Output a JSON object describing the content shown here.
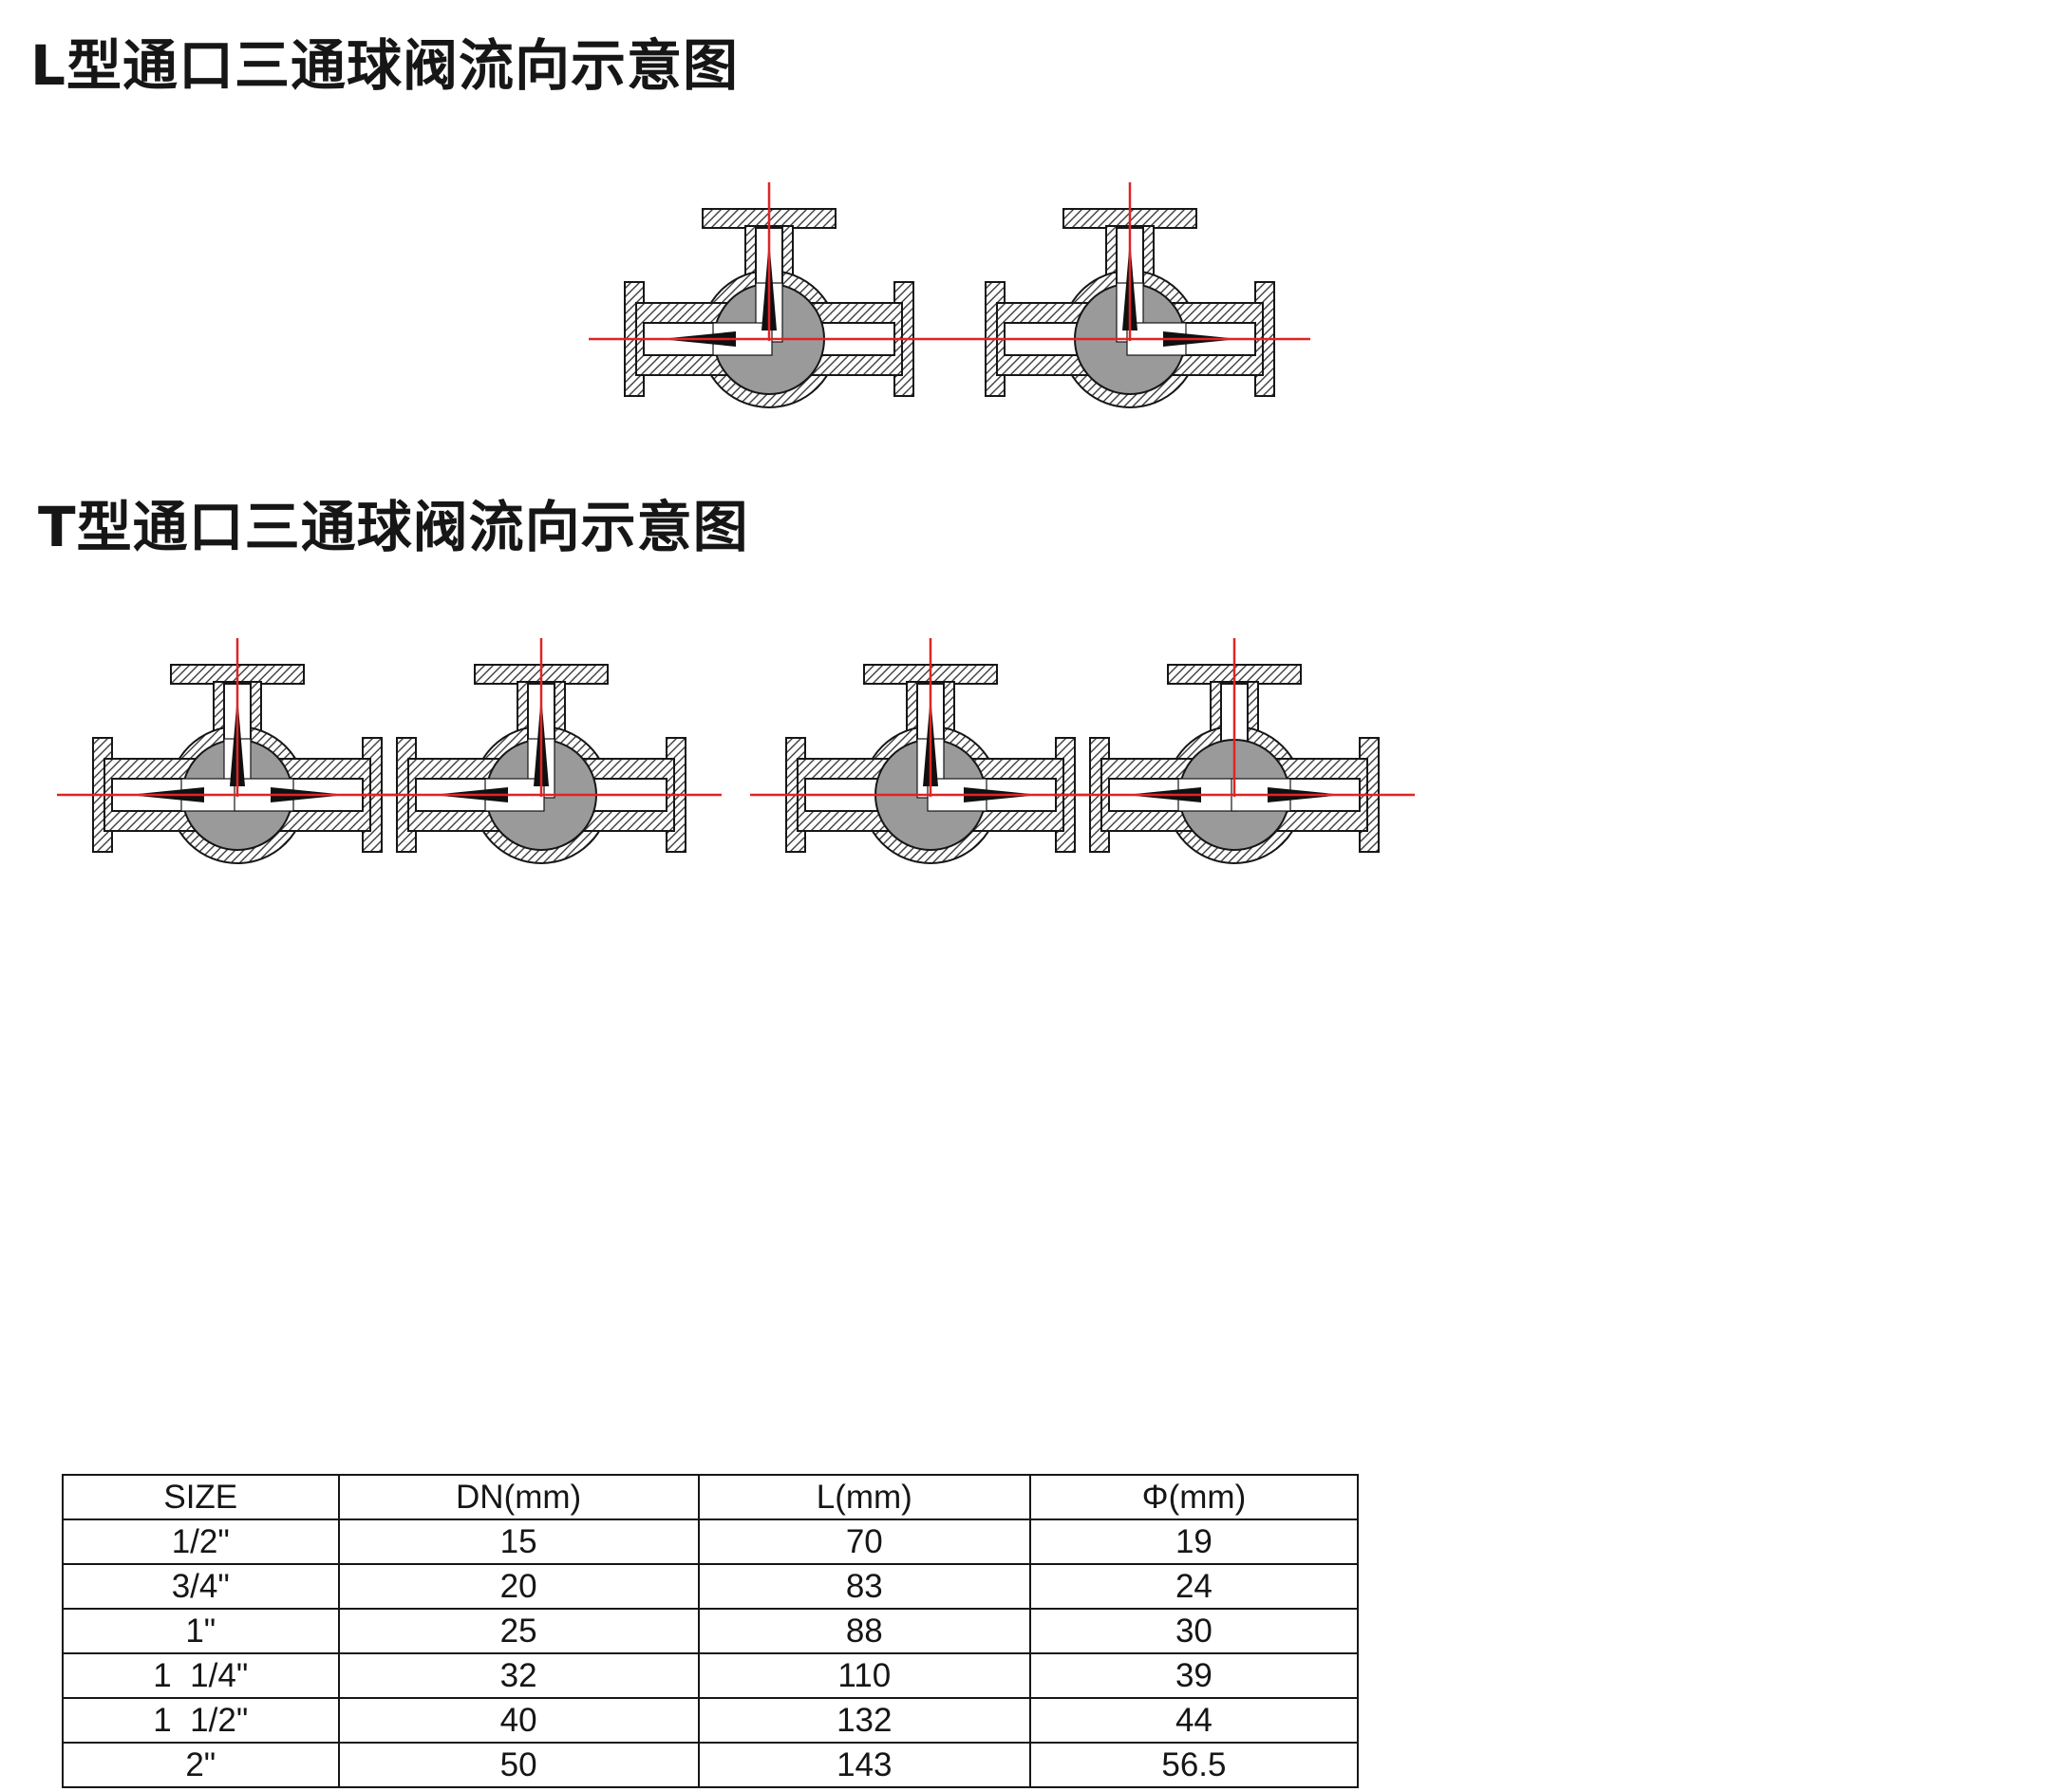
{
  "titles": {
    "l_type": "L型通口三通球阀流向示意图",
    "t_type": "T型通口三通球阀流向示意图"
  },
  "valves": {
    "l_row": [
      {
        "id": "valve-l-1",
        "passages": [
          "vertical",
          "left"
        ],
        "arrows": [
          "up",
          "left"
        ]
      },
      {
        "id": "valve-l-2",
        "passages": [
          "vertical",
          "right"
        ],
        "arrows": [
          "up",
          "right"
        ]
      }
    ],
    "t_row": [
      {
        "id": "valve-t-1",
        "passages": [
          "vertical",
          "left",
          "right"
        ],
        "arrows": [
          "up",
          "left",
          "right"
        ]
      },
      {
        "id": "valve-t-2",
        "passages": [
          "vertical",
          "left"
        ],
        "arrows": [
          "up",
          "left"
        ]
      },
      {
        "id": "valve-t-3",
        "passages": [
          "vertical",
          "right"
        ],
        "arrows": [
          "up",
          "right"
        ]
      },
      {
        "id": "valve-t-4",
        "passages": [
          "left",
          "right"
        ],
        "arrows": [
          "left",
          "right"
        ]
      }
    ]
  },
  "table": {
    "headers": [
      "SIZE",
      "DN(mm)",
      "L(mm)",
      "Φ(mm)"
    ],
    "rows": [
      [
        "1/2\"",
        "15",
        "70",
        "19"
      ],
      [
        "3/4\"",
        "20",
        "83",
        "24"
      ],
      [
        "1\"",
        "25",
        "88",
        "30"
      ],
      [
        "1  1/4\"",
        "32",
        "110",
        "39"
      ],
      [
        "1  1/2\"",
        "40",
        "132",
        "44"
      ],
      [
        "2\"",
        "50",
        "143",
        "56.5"
      ]
    ]
  },
  "colors": {
    "centerline": "#e02424",
    "ball": "#9a9a9a",
    "outline": "#161616",
    "arrow": "#101010",
    "hatch": "#3d3d3d"
  }
}
